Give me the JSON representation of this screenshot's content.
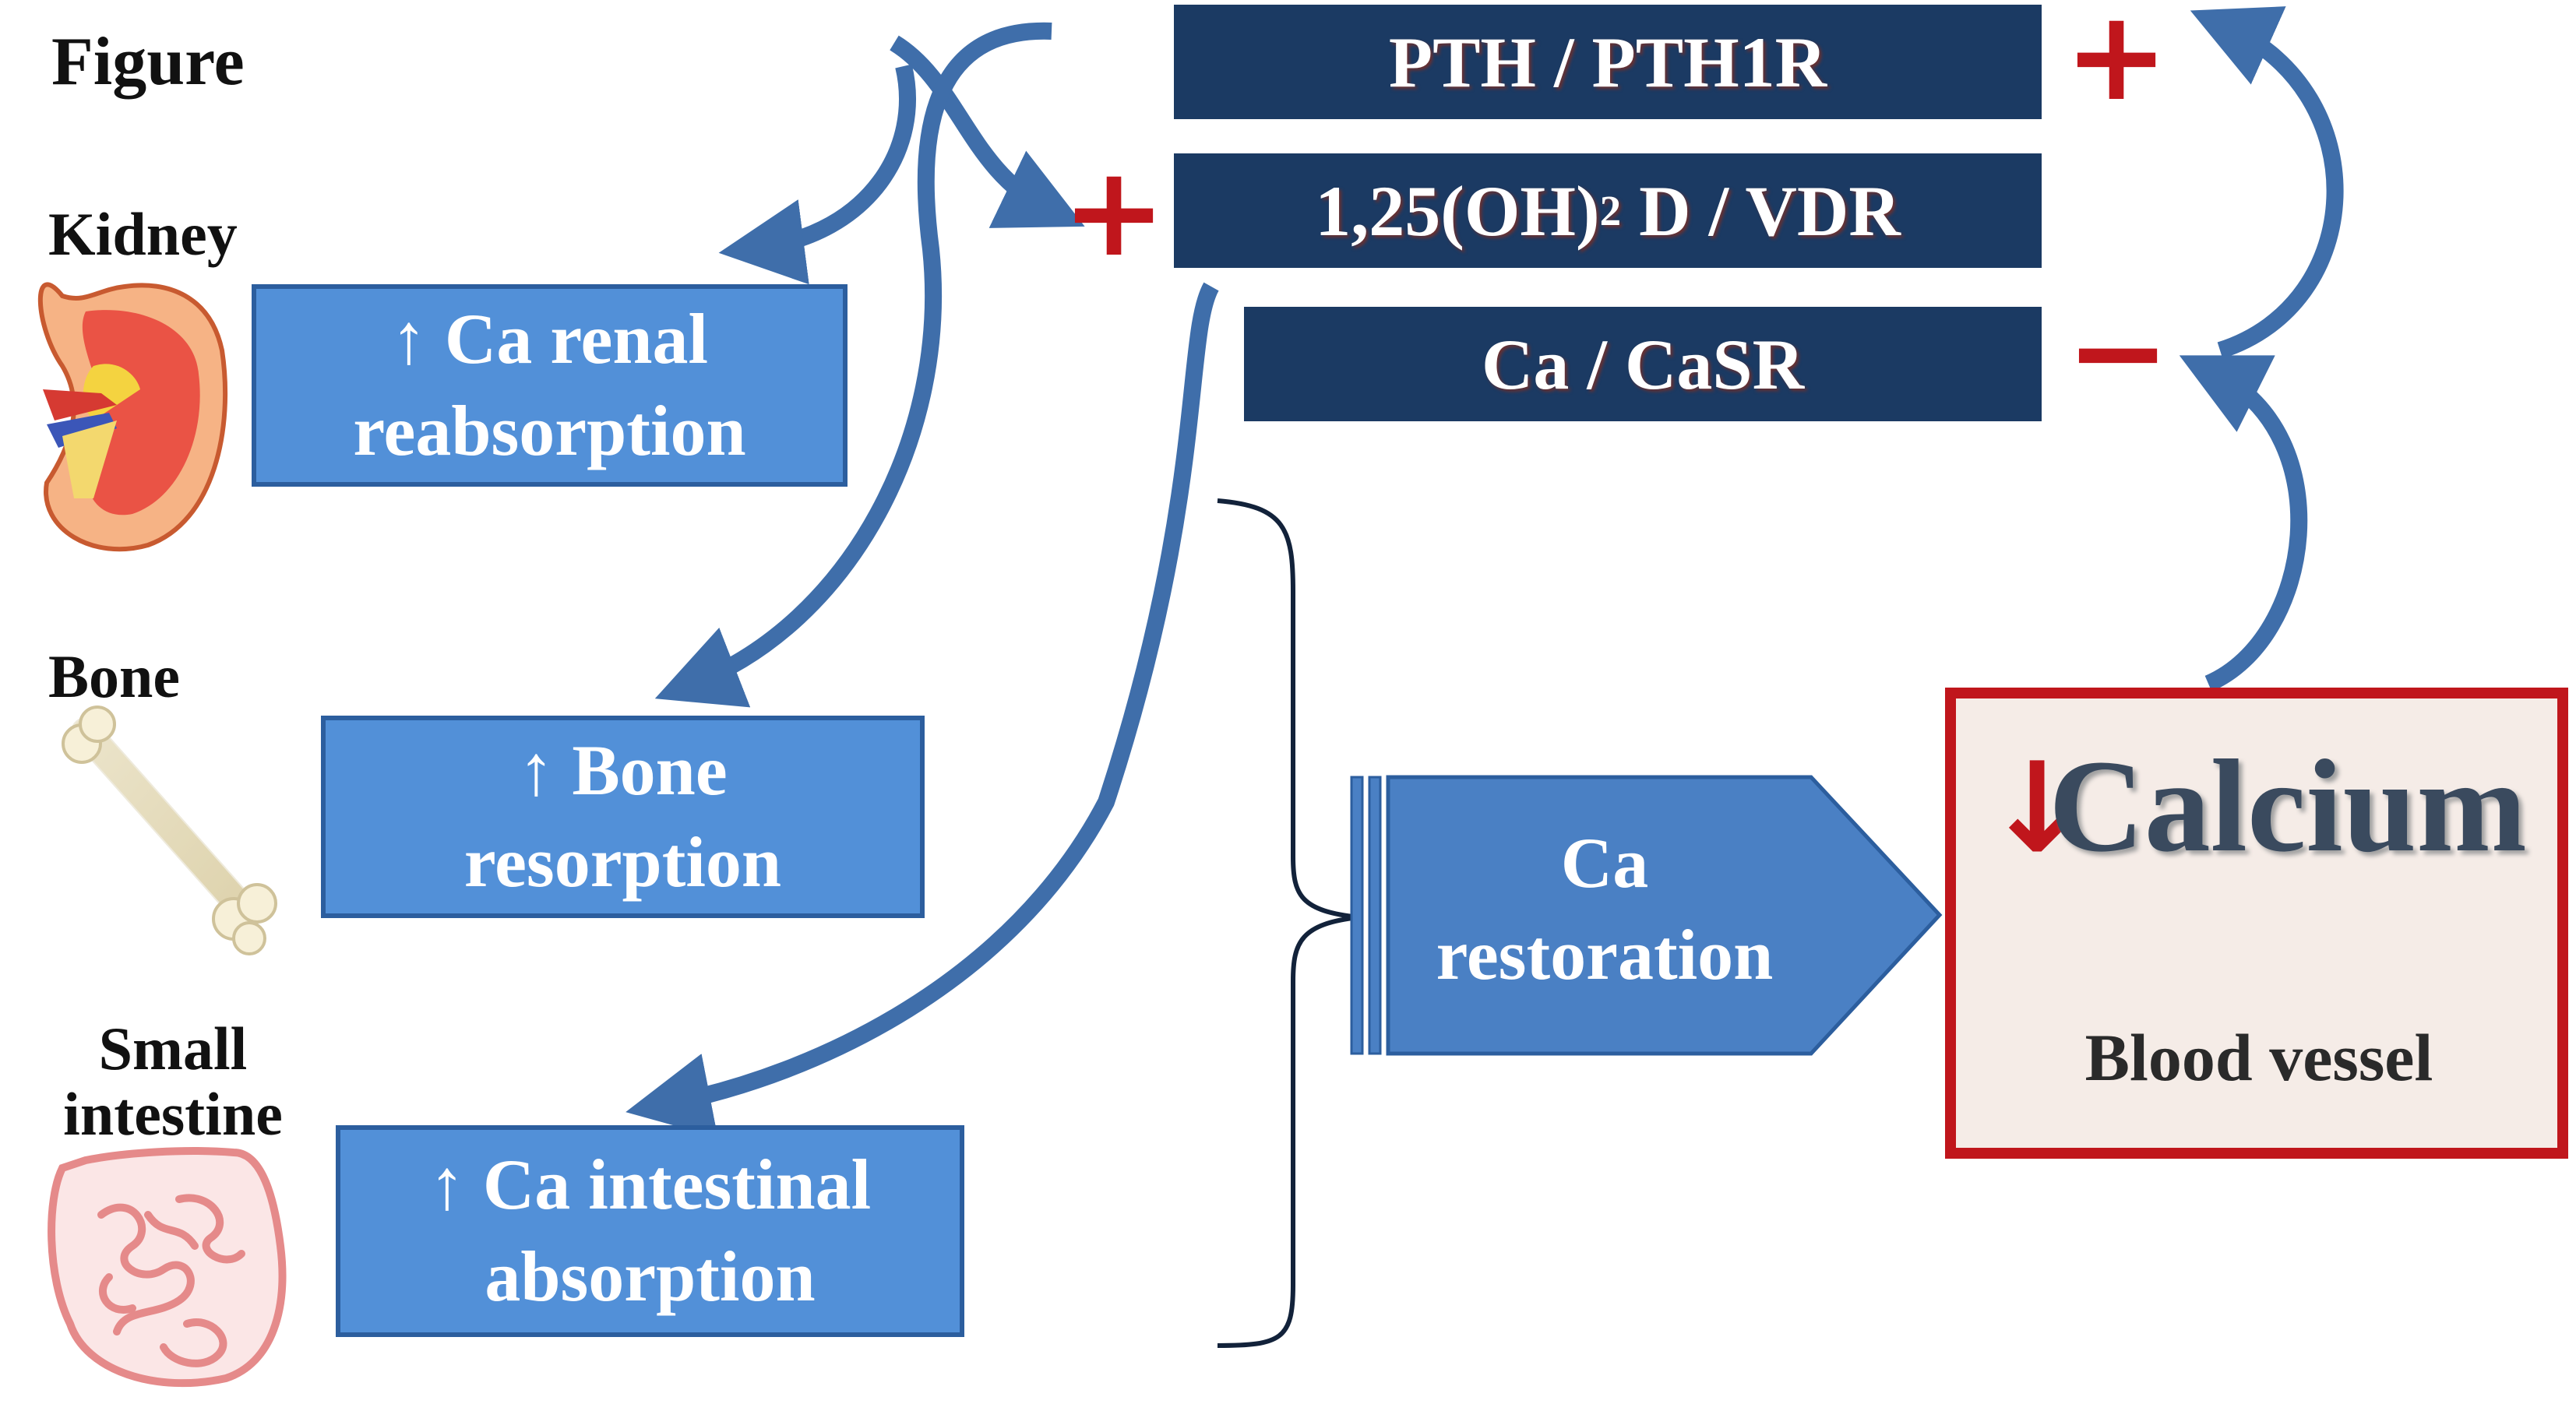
{
  "figure_label": "Figure",
  "organs": {
    "kidney": "Kidney",
    "bone": "Bone",
    "intestine_line1": "Small",
    "intestine_line2": "intestine"
  },
  "effects": {
    "renal_line1": "↑ Ca renal",
    "renal_line2": "reabsorption",
    "bone_line1": "↑ Bone",
    "bone_line2": "resorption",
    "intestinal_line1": "↑ Ca intestinal",
    "intestinal_line2": "absorption"
  },
  "regulators": {
    "pth": "PTH / PTH1R",
    "vitd_prefix": "1,25(OH)",
    "vitd_sub": "2",
    "vitd_suffix": "D / VDR",
    "casr": "Ca / CaSR"
  },
  "signs": {
    "plus": "+",
    "minus": "−"
  },
  "restoration": {
    "line1": "Ca",
    "line2": "restoration"
  },
  "calcium": {
    "arrow": "↓",
    "word": "Calcium",
    "vessel_label": "Blood vessel"
  },
  "colors": {
    "box_blue": "#5290d8",
    "box_border": "#2c5e9e",
    "navy": "#1b3a63",
    "arrow_blue": "#3f6eaa",
    "sign_red": "#c0161c",
    "bracket": "#12223a"
  }
}
